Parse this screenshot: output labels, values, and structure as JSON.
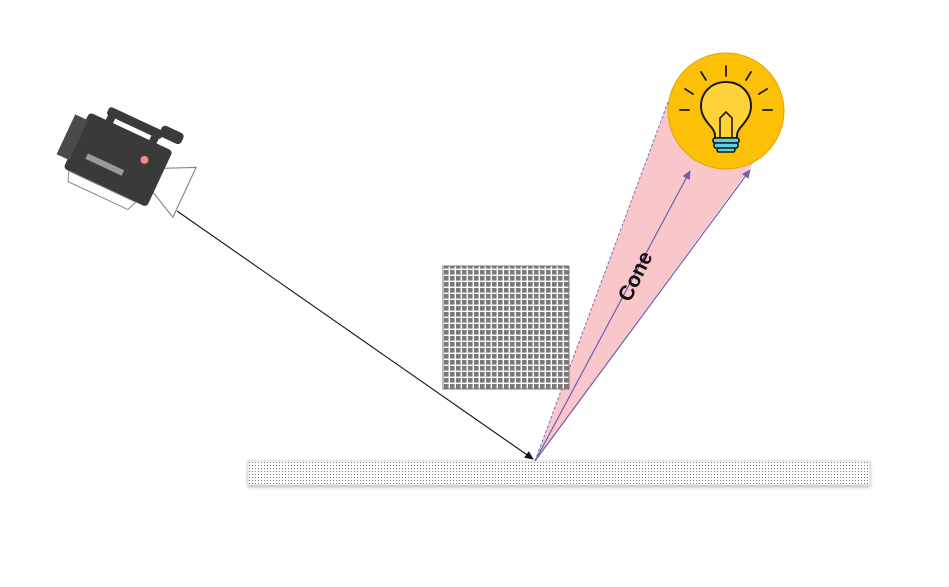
{
  "diagram": {
    "cone_label": "Cone",
    "elements": {
      "camera": "video-camera-icon",
      "light": "light-bulb-icon",
      "occluder": "grid-occluder",
      "surface": "ground-plane"
    },
    "colors": {
      "cone_fill": "#f8c0c4",
      "bulb_circle": "#fcc006",
      "bulb_glass": "#ffce2e",
      "bulb_base": "#5fd0de",
      "camera_body": "#3a3a3a",
      "camera_lens": "#ffffff",
      "camera_dot": "#f28b82",
      "ray_arrow": "#6a5fb0",
      "view_ray": "#111111",
      "occluder": "#7a7a7a"
    }
  }
}
